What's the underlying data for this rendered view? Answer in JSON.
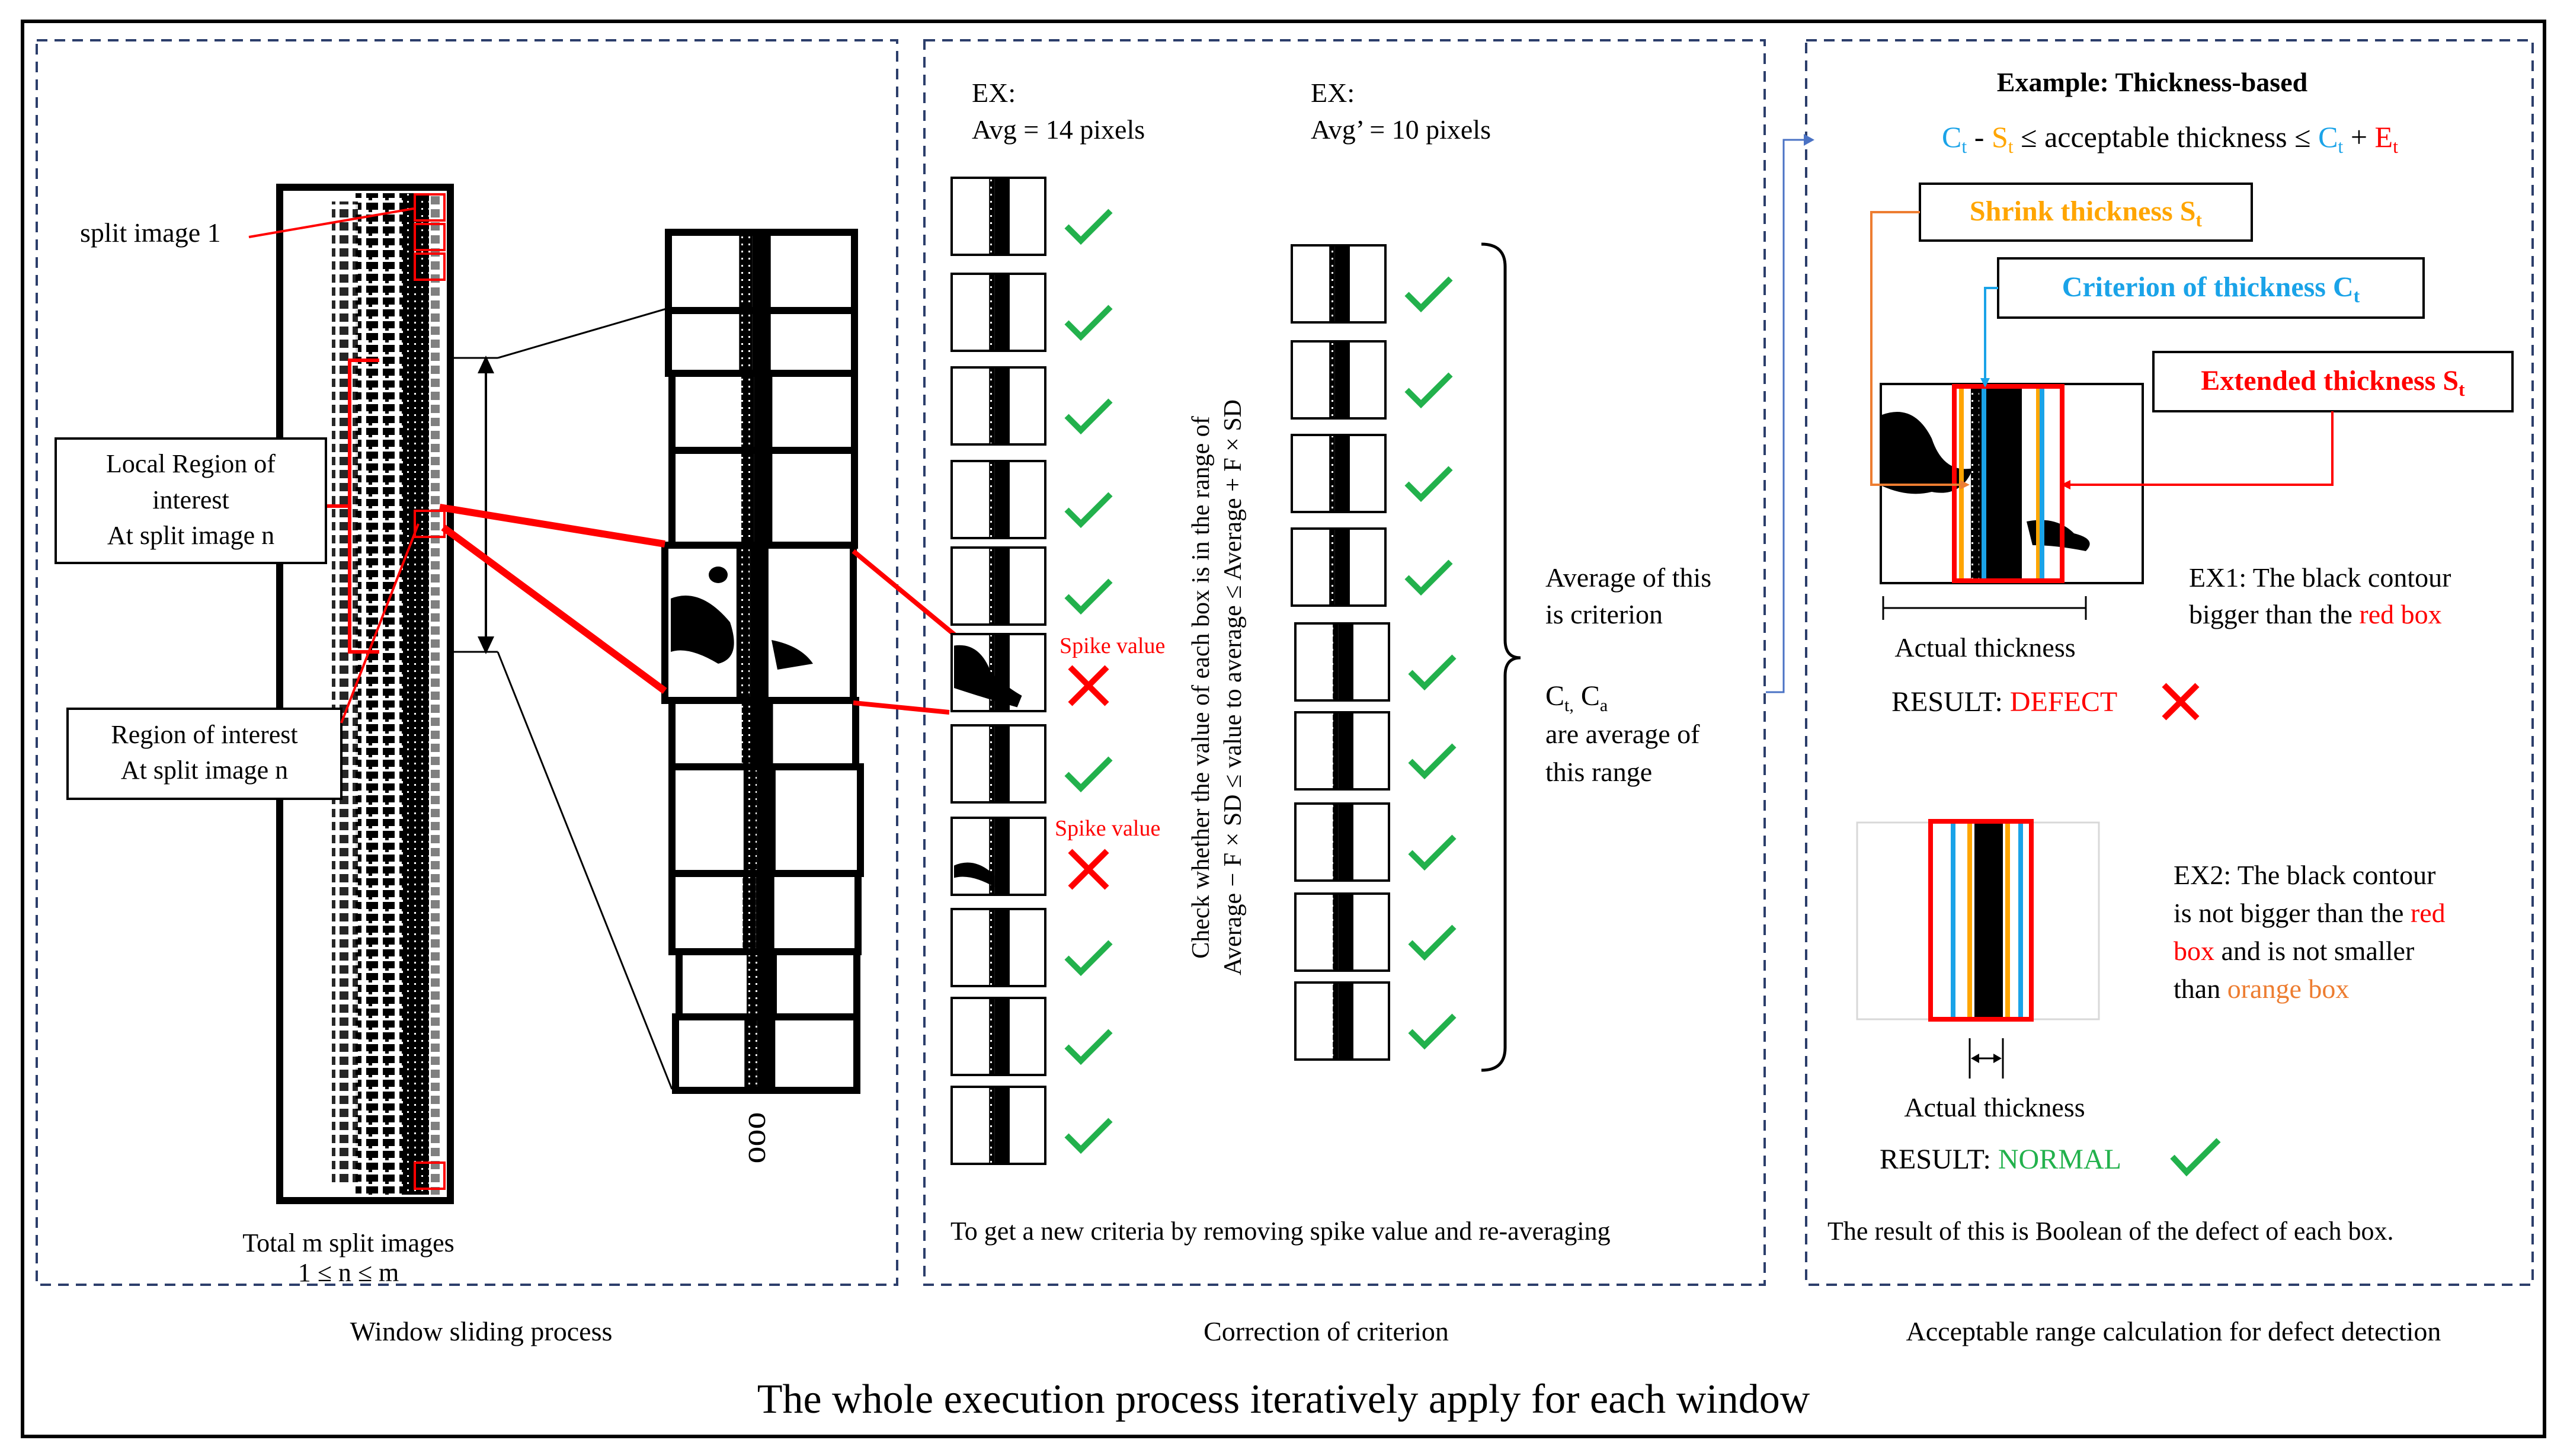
{
  "window_sliding": {
    "caption": "Window sliding process",
    "split_image_1": "split image 1",
    "local_roi": [
      "Local Region of",
      "interest",
      "At split image n"
    ],
    "roi": [
      "Region of interest",
      "At split image n"
    ],
    "total_line1": "Total m split images",
    "total_line2": "1 ≤ n ≤  m",
    "ellipsis": "ooo"
  },
  "correction": {
    "caption": "Correction of criterion",
    "ex1_label": "EX:",
    "ex1_avg": "Avg = 14 pixels",
    "ex2_label": "EX:",
    "ex2_avg": "Avg’ = 10 pixels",
    "spike_label_1": "Spike value",
    "spike_label_2": "Spike value",
    "check_line1": "Check whether the value of each box is in the range of",
    "check_line2": "Average − F × SD ≤ value to average ≤ Average + F × SD",
    "average_line1": "Average of this",
    "average_line2": "is criterion",
    "ctca": "C",
    "ctca_sub1": "t,",
    "ctca_c2": " C",
    "ctca_sub2": "a",
    "are_avg_line1": "are average of",
    "are_avg_line2": "this range",
    "bottom_note": "To get a new criteria by removing spike value and re-averaging",
    "left_column_status": [
      "check",
      "check",
      "check",
      "check",
      "check",
      "cross",
      "check",
      "cross",
      "check",
      "check",
      "check"
    ],
    "right_column_status": [
      "check",
      "check",
      "check",
      "check",
      "check",
      "check",
      "check",
      "check",
      "check"
    ]
  },
  "acceptable": {
    "caption": "Acceptable range calculation for defect detection",
    "title": "Example: Thickness-based",
    "formula": {
      "c": "C",
      "c_sub": "t",
      "dash": " - ",
      "s": "S",
      "s_sub": "t",
      "middle": " ≤ acceptable thickness ≤ ",
      "c2": "C",
      "c2_sub": "t",
      "plus": " + ",
      "e": "E",
      "e_sub": "t"
    },
    "shrink_label": "Shrink thickness S",
    "shrink_sub": "t",
    "criterion_label": "Criterion of thickness C",
    "criterion_sub": "t",
    "extended_label": "Extended thickness S",
    "extended_sub": "t",
    "actual_thickness_1": "Actual thickness",
    "ex1_line1": "EX1: The black contour",
    "ex1_line2_a": "bigger than the ",
    "ex1_line2_b": "red box",
    "result1_label": "RESULT: ",
    "result1_value": "DEFECT",
    "ex2_line1": "EX2: The black contour",
    "ex2_line2_a": "is not bigger than the ",
    "ex2_line2_b": "red",
    "ex2_line3_a": "box",
    "ex2_line3_b": " and is not smaller",
    "ex2_line4_a": "than ",
    "ex2_line4_b": "orange box",
    "actual_thickness_2": "Actual thickness",
    "result2_label": "RESULT: ",
    "result2_value": "NORMAL",
    "bottom_note": "The result of this is Boolean of the defect of each box."
  },
  "footer": "The whole execution process iteratively apply for each window",
  "colors": {
    "dash_border": "#2c3e6b",
    "red": "#ff0000",
    "green": "#22b14c",
    "blue": "#1aa3e8",
    "orange": "#ffa500",
    "orange_line": "#ed7d31",
    "black": "#000000"
  }
}
